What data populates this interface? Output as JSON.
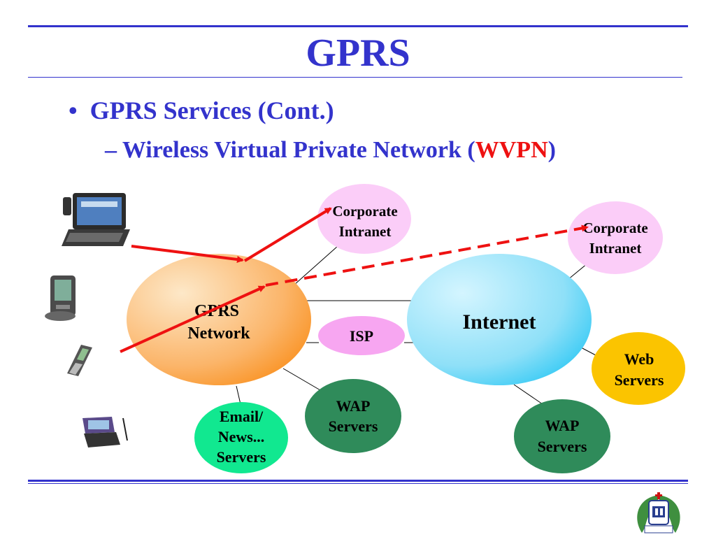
{
  "title": "GPRS",
  "bullet1": {
    "marker": "•",
    "text": "GPRS Services (Cont.)"
  },
  "bullet2": {
    "marker": "–",
    "text_before": "Wireless Virtual Private Network (",
    "highlight": "WVPN",
    "text_after": ")"
  },
  "nodes": {
    "gprs_network": {
      "line1": "GPRS",
      "line2": "Network"
    },
    "internet": {
      "label": "Internet"
    },
    "isp": {
      "label": "ISP"
    },
    "corp_intranet_1": {
      "line1": "Corporate",
      "line2": "Intranet"
    },
    "corp_intranet_2": {
      "line1": "Corporate",
      "line2": "Intranet"
    },
    "web_servers": {
      "line1": "Web",
      "line2": "Servers"
    },
    "wap_servers_1": {
      "line1": "WAP",
      "line2": "Servers"
    },
    "wap_servers_2": {
      "line1": "WAP",
      "line2": "Servers"
    },
    "email_servers": {
      "line1": "Email/",
      "line2": "News...",
      "line3": "Servers"
    }
  },
  "devices": [
    "laptop-icon",
    "pda-icon",
    "mobile-phone-icon",
    "handheld-pc-icon"
  ],
  "colors": {
    "accent": "#3333cc",
    "highlight": "#ee1111",
    "gprs_network": "#fbb56a",
    "internet": "#8fe0f8",
    "isp": "#f7a6f1",
    "corporate_intranet": "#fbcdf8",
    "web_servers": "#fbc400",
    "wap_servers": "#2f8b5a",
    "email_servers": "#11e890"
  }
}
